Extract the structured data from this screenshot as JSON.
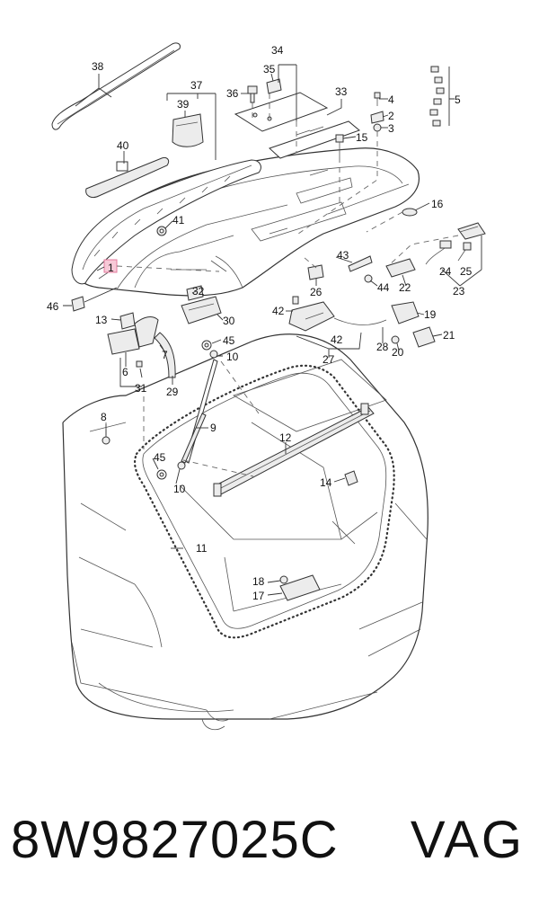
{
  "callouts": {
    "c1": "1",
    "c2": "2",
    "c3": "3",
    "c4": "4",
    "c5": "5",
    "c6": "6",
    "c7": "7",
    "c8": "8",
    "c9": "9",
    "c10a": "10",
    "c10b": "10",
    "c11": "11",
    "c12": "12",
    "c13": "13",
    "c14": "14",
    "c15": "15",
    "c16": "16",
    "c17": "17",
    "c18": "18",
    "c19": "19",
    "c20": "20",
    "c21": "21",
    "c22": "22",
    "c23": "23",
    "c24": "24",
    "c25": "25",
    "c26": "26",
    "c27": "27",
    "c28": "28",
    "c29": "29",
    "c30": "30",
    "c31": "31",
    "c32": "32",
    "c33": "33",
    "c34": "34",
    "c35": "35",
    "c36": "36",
    "c37": "37",
    "c38": "38",
    "c39": "39",
    "c40": "40",
    "c41": "41",
    "c42a": "42",
    "c42b": "42",
    "c43": "43",
    "c44": "44",
    "c45a": "45",
    "c45b": "45",
    "c46": "46"
  },
  "footer": {
    "part_number": "8W9827025C",
    "brand": "VAG"
  },
  "colors": {
    "line": "#333333",
    "highlight": "#f0a0b8",
    "text": "#111111"
  }
}
